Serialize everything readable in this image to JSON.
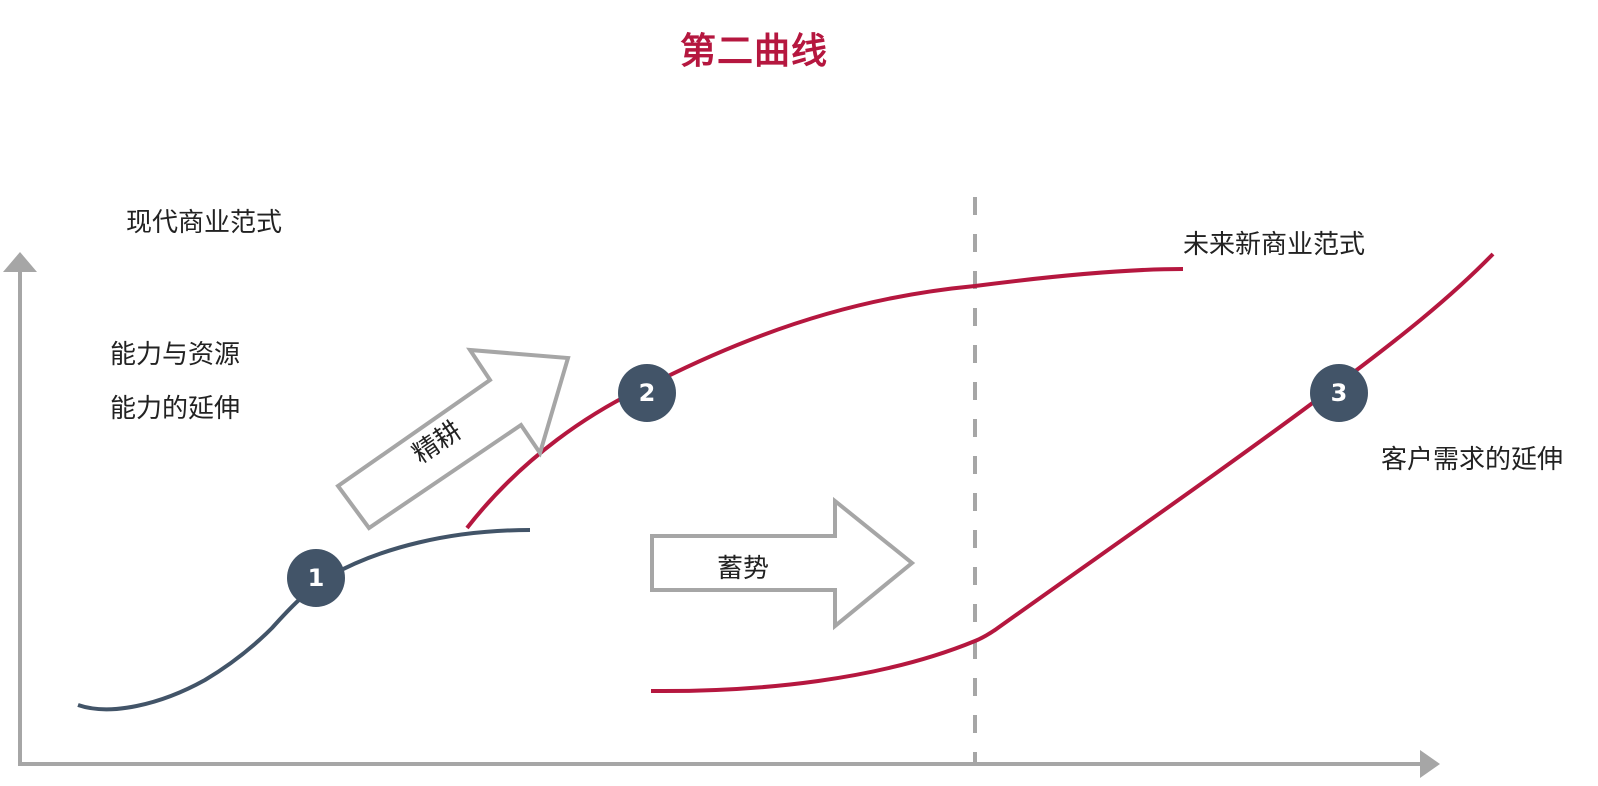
{
  "title": "第二曲线",
  "colors": {
    "title": "#b5173f",
    "curve_first": "#425468",
    "curve_second": "#b5173f",
    "axis": "#a6a6a6",
    "divider": "#a6a6a6",
    "badge_bg": "#425468",
    "badge_text": "#ffffff",
    "arrow_outline": "#a6a6a6"
  },
  "labels": {
    "modern_paradigm": "现代商业范式",
    "capability_resources": "能力与资源",
    "capability_extension": "能力的延伸",
    "future_paradigm": "未来新商业范式",
    "customer_demand_extension": "客户需求的延伸"
  },
  "arrows": {
    "refine": "精耕",
    "accumulate": "蓄势"
  },
  "badges": [
    {
      "number": "1"
    },
    {
      "number": "2"
    },
    {
      "number": "3"
    }
  ],
  "axes": {
    "x_label": "",
    "y_label": ""
  }
}
